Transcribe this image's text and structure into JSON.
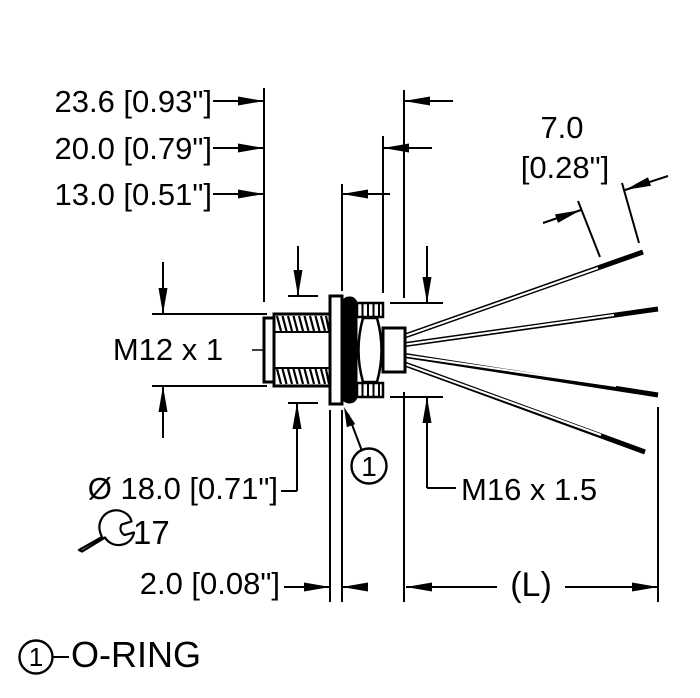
{
  "drawing": {
    "labels": {
      "dim_face_to_wire_exit": "23.6 [0.93\"]",
      "dim_face_to_nut_rear": "20.0 [0.79\"]",
      "dim_face_to_flange_rear": "13.0 [0.51\"]",
      "dim_strip_length_mm": "7.0",
      "dim_strip_length_in": "[0.28\"]",
      "thread_front": "M12 x 1",
      "flange_diameter": "Ø 18.0 [0.71\"]",
      "wrench_size": "17",
      "flange_thickness": "2.0 [0.08\"]",
      "thread_rear": "M16 x 1.5",
      "cable_length": "(L)",
      "balloon_number": "1",
      "legend_number": "1",
      "legend_label": "O-RING"
    },
    "colors": {
      "ink": "#000000",
      "background": "#ffffff"
    }
  }
}
